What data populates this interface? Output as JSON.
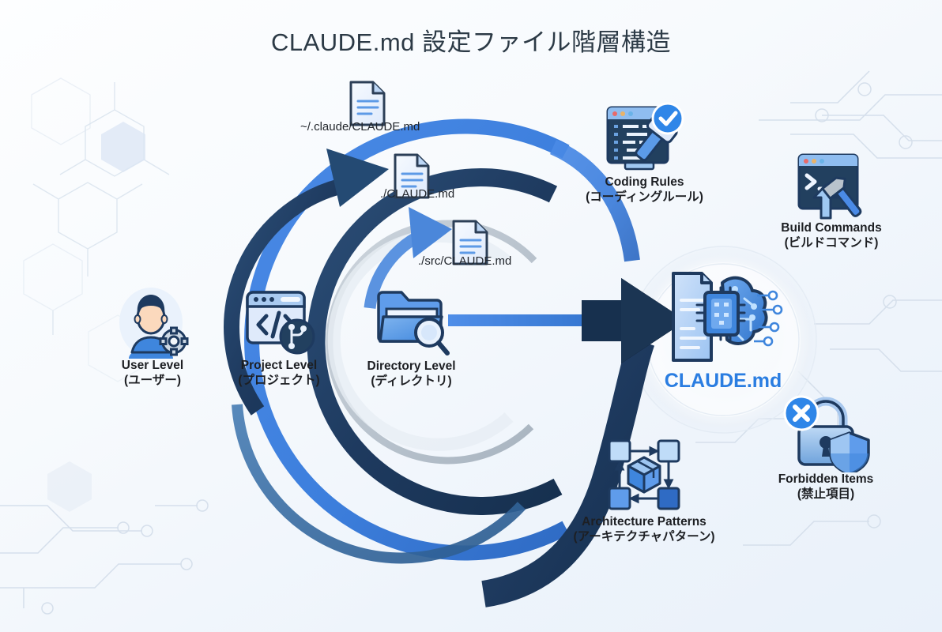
{
  "title": "CLAUDE.md 設定ファイル階層構造",
  "colors": {
    "accent_blue": "#3d7fdd",
    "dark_navy": "#1e3a5f",
    "steel_blue": "#2f6099",
    "inner_gray": "#b9c3cc",
    "center_text": "#2a7de1",
    "label_text": "#1d1f23",
    "bg_top": "#fdfeff",
    "bg_bottom": "#e9f1fa"
  },
  "hierarchy": {
    "levels": [
      {
        "id": "user",
        "label_en": "User Level",
        "label_jp": "(ユーザー)",
        "icon": "user-gear-icon",
        "file": "~/.claude/CLAUDE.md"
      },
      {
        "id": "project",
        "label_en": "Project Level",
        "label_jp": "(プロジェクト)",
        "icon": "code-window-git-icon",
        "file": "./CLAUDE.md"
      },
      {
        "id": "directory",
        "label_en": "Directory Level",
        "label_jp": "(ディレクトリ)",
        "icon": "folder-search-icon",
        "file": "./src/CLAUDE.md"
      }
    ],
    "file_labels": [
      {
        "id": "user-file",
        "text": "~/.claude/CLAUDE.md",
        "icon": "markdown-file-icon"
      },
      {
        "id": "project-file",
        "text": "./CLAUDE.md",
        "icon": "markdown-file-icon"
      },
      {
        "id": "directory-file",
        "text": "./src/CLAUDE.md",
        "icon": "markdown-file-icon"
      }
    ]
  },
  "center": {
    "label": "CLAUDE.md",
    "icon": "document-brain-chip-icon"
  },
  "contents": [
    {
      "id": "coding-rules",
      "label_en": "Coding Rules",
      "label_jp": "(コーディングルール)",
      "icon": "code-editor-gavel-check-icon"
    },
    {
      "id": "build-commands",
      "label_en": "Build Commands",
      "label_jp": "(ビルドコマンド)",
      "icon": "terminal-hammer-icon"
    },
    {
      "id": "forbidden-items",
      "label_en": "Forbidden Items",
      "label_jp": "(禁止項目)",
      "icon": "lock-shield-x-icon"
    },
    {
      "id": "architecture-patterns",
      "label_en": "Architecture Patterns",
      "label_jp": "(アーキテクチャパターン)",
      "icon": "cube-nodes-icon"
    }
  ]
}
